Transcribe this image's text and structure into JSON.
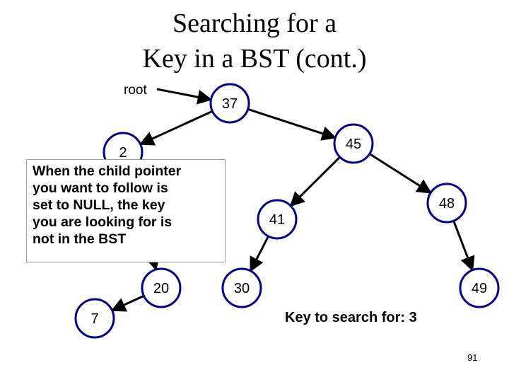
{
  "slide": {
    "title_line1": "Searching for a",
    "title_line2": "Key in a BST (cont.)",
    "root_label": "root",
    "callout_text": "When the child pointer\nyou want to follow is\nset to NULL, the key\nyou are looking for is\nnot in the BST",
    "key_label": "Key to search for: 3",
    "page_number": "91"
  },
  "tree": {
    "nodes": [
      {
        "id": "n37",
        "label": "37"
      },
      {
        "id": "n2",
        "label": "2"
      },
      {
        "id": "n45",
        "label": "45"
      },
      {
        "id": "n41",
        "label": "41"
      },
      {
        "id": "n48",
        "label": "48"
      },
      {
        "id": "n20",
        "label": "20"
      },
      {
        "id": "n30",
        "label": "30"
      },
      {
        "id": "n49",
        "label": "49"
      },
      {
        "id": "n7",
        "label": "7"
      }
    ],
    "edges": [
      {
        "from": "root",
        "to": "n37"
      },
      {
        "from": "n37",
        "to": "n2"
      },
      {
        "from": "n37",
        "to": "n45"
      },
      {
        "from": "n45",
        "to": "n41"
      },
      {
        "from": "n45",
        "to": "n48"
      },
      {
        "from": "n48",
        "to": "n49"
      },
      {
        "from": "n41",
        "to": "n30"
      },
      {
        "from": "n2",
        "to": "n20"
      },
      {
        "from": "n20",
        "to": "n7"
      }
    ]
  },
  "colors": {
    "node_fill": "#ffffff",
    "node_stroke": "#00008b",
    "edge": "#000000",
    "callout_border": "#9a9a9a"
  }
}
